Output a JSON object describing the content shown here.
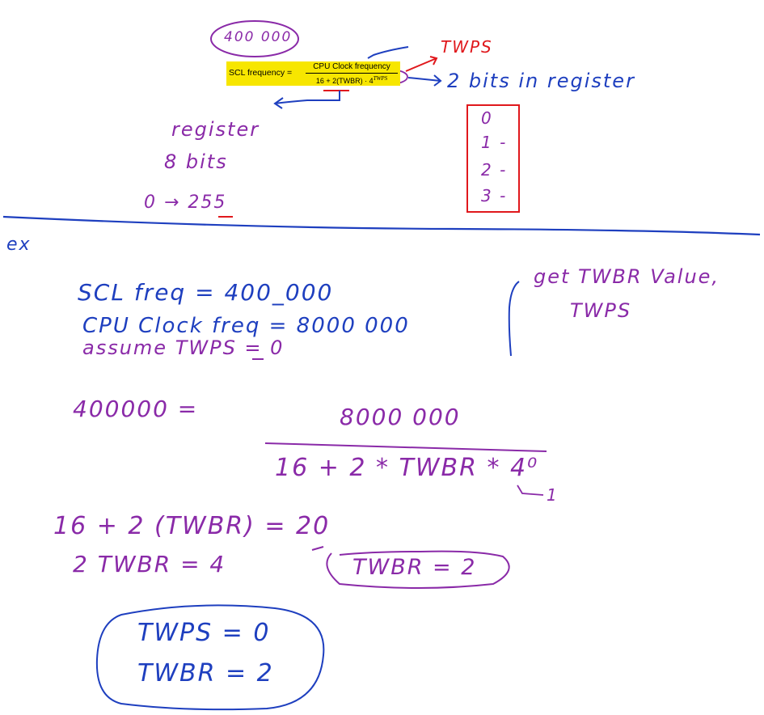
{
  "formula": {
    "lhs": "SCL frequency  =",
    "numerator": "CPU Clock frequency",
    "denominator": "16 + 2(TWBR) · 4",
    "exponent": "TWPS"
  },
  "top_notes": {
    "scl_value": "400 000",
    "twps_label": "TWPS",
    "bits_note": "2 bits in register",
    "register_word": "register",
    "register_bits": "8 bits",
    "register_range": "0 → 255",
    "twps_options": [
      "0",
      "1 -",
      "2 -",
      "3 -"
    ]
  },
  "example": {
    "label": "ex",
    "scl_line": "SCL freq =   400_000",
    "cpu_line": "CPU Clock freq =   8000 000",
    "goal_line1": "get TWBR Value,",
    "goal_line2": "TWPS",
    "assume_line": "assume TWPS = 0",
    "eq_lhs": "400000   =",
    "eq_num": "8000  000",
    "eq_den": "16 + 2 * TWBR * 4⁰",
    "eq_one": "1",
    "step1": "16 + 2 (TWBR)  =   20",
    "step2": "2 TWBR =  4",
    "result_circled": "TWBR = 2",
    "final_twps": "TWPS = 0",
    "final_twbr": "TWBR = 2"
  },
  "colors": {
    "blue_ink": "#1e3fbf",
    "purple_ink": "#8a2aa8",
    "red_ink": "#e0181c",
    "highlight": "#f7e600"
  }
}
